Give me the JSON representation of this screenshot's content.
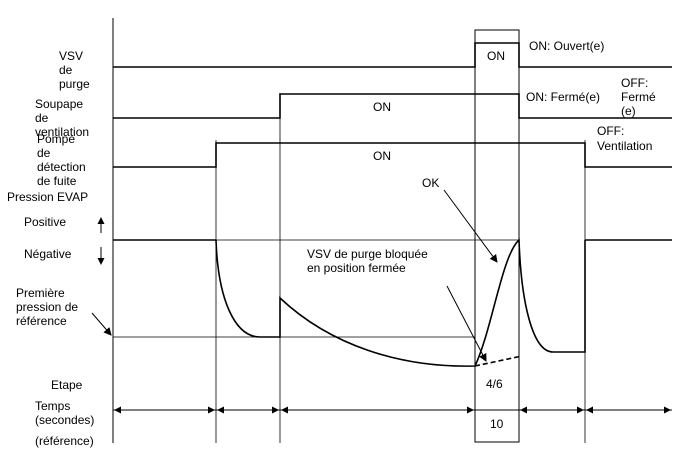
{
  "labels": {
    "vsv": [
      "VSV",
      "de",
      "purge"
    ],
    "soupape": [
      "Soupape",
      "de",
      "ventilation"
    ],
    "pompe": [
      "Pompe",
      "de",
      "détection",
      "de fuite"
    ],
    "pression": "Pression EVAP",
    "positive": "Positive",
    "negative": "Négative",
    "premiere": [
      "Première",
      "pression de",
      "référence"
    ],
    "etape": "Etape",
    "temps": [
      "Temps",
      "(secondes)",
      "(référence)"
    ]
  },
  "signals": {
    "vsv_on": "ON",
    "vsv_on_desc": "ON: Ouvert(e)",
    "soupape_on": "ON",
    "soupape_on_desc": "ON: Fermé(e)",
    "soupape_off_desc": [
      "OFF:",
      "Fermé",
      "(e)"
    ],
    "pompe_on": "ON",
    "pompe_off_desc": [
      "OFF:",
      "Ventilation"
    ]
  },
  "annotations": {
    "ok": "OK",
    "blocked": [
      "VSV de purge bloquée",
      "en position fermée"
    ],
    "step": "4/6",
    "time": "10"
  }
}
